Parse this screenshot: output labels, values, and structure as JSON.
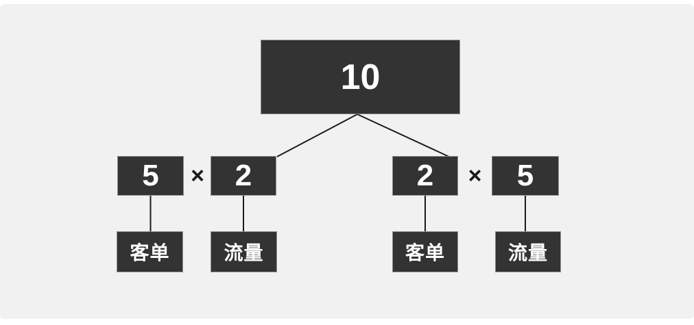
{
  "colors": {
    "page_bg": "#ffffff",
    "slide_bg": "#f1f1f2",
    "box_fill": "#333333",
    "box_border": "#8e8e8e",
    "box_text": "#ffffff",
    "connector": "#1a1a1a"
  },
  "diagram": {
    "root": {
      "value": "10"
    },
    "times_symbol": "×",
    "branches": [
      {
        "factors": [
          {
            "value": "5",
            "label": "客单"
          },
          {
            "value": "2",
            "label": "流量"
          }
        ]
      },
      {
        "factors": [
          {
            "value": "2",
            "label": "客单"
          },
          {
            "value": "5",
            "label": "流量"
          }
        ]
      }
    ]
  }
}
